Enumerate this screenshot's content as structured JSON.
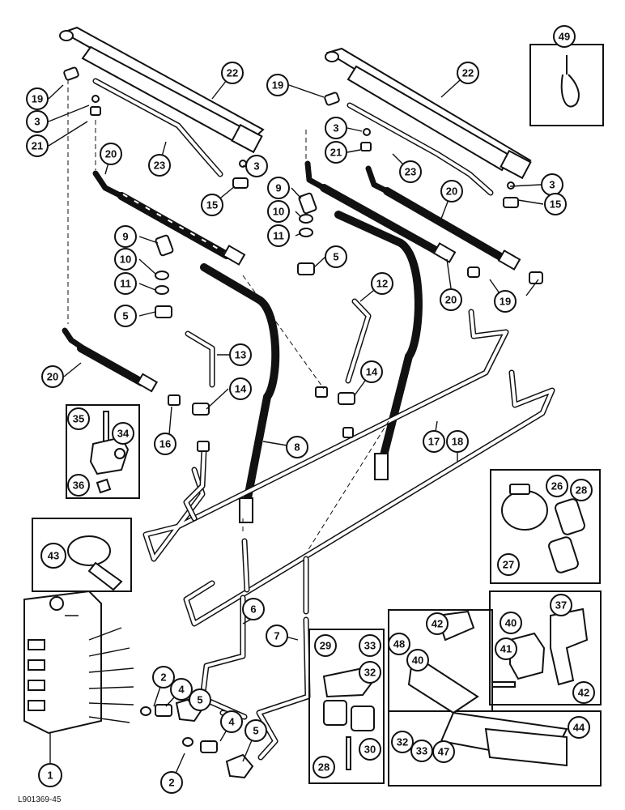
{
  "drawing": {
    "reference_code": "L901369-45"
  },
  "callouts": {
    "c1": "1",
    "c2a": "2",
    "c2b": "2",
    "c3a": "3",
    "c3b": "3",
    "c3c": "3",
    "c3d": "3",
    "c4a": "4",
    "c4b": "4",
    "c5a": "5",
    "c5b": "5",
    "c5c": "5",
    "c5d": "5",
    "c6": "6",
    "c7": "7",
    "c8": "8",
    "c9a": "9",
    "c9b": "9",
    "c10a": "10",
    "c10b": "10",
    "c11a": "11",
    "c11b": "11",
    "c12": "12",
    "c13": "13",
    "c14a": "14",
    "c14b": "14",
    "c15a": "15",
    "c15b": "15",
    "c16": "16",
    "c17": "17",
    "c18": "18",
    "c19a": "19",
    "c19b": "19",
    "c19c": "19",
    "c20a": "20",
    "c20b": "20",
    "c20c": "20",
    "c20d": "20",
    "c21a": "21",
    "c21b": "21",
    "c22a": "22",
    "c22b": "22",
    "c23a": "23",
    "c23b": "23",
    "c26": "26",
    "c27": "27",
    "c28a": "28",
    "c28b": "28",
    "c29": "29",
    "c30": "30",
    "c32a": "32",
    "c32b": "32",
    "c33a": "33",
    "c33b": "33",
    "c34": "34",
    "c35": "35",
    "c36": "36",
    "c37": "37",
    "c40a": "40",
    "c40b": "40",
    "c41": "41",
    "c42a": "42",
    "c42b": "42",
    "c43": "43",
    "c44": "44",
    "c47": "47",
    "c48": "48",
    "c49": "49"
  }
}
